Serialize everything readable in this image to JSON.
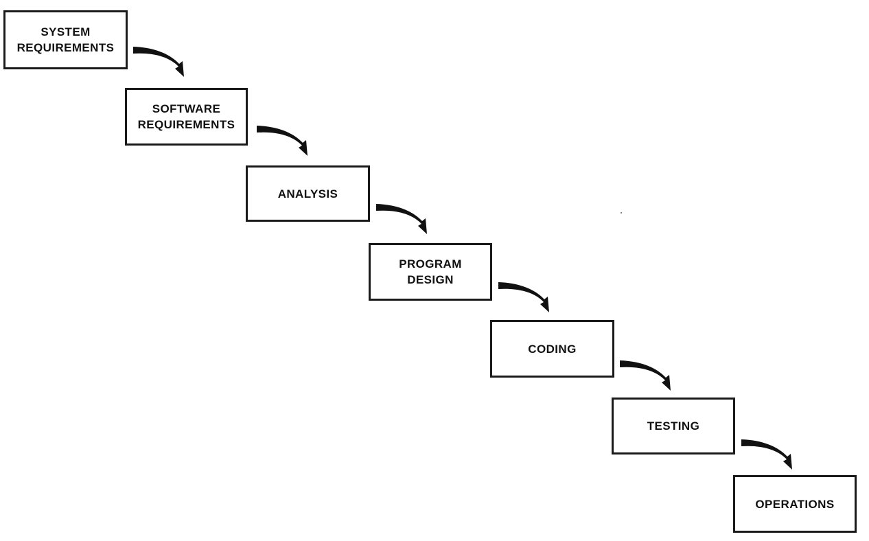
{
  "diagram": {
    "type": "waterfall",
    "colors": {
      "stroke": "#1a1a1a",
      "arrow": "#111111",
      "background": "#ffffff"
    },
    "stages": [
      {
        "line1": "SYSTEM",
        "line2": "REQUIREMENTS"
      },
      {
        "line1": "SOFTWARE",
        "line2": "REQUIREMENTS"
      },
      {
        "line1": "ANALYSIS",
        "line2": ""
      },
      {
        "line1": "PROGRAM",
        "line2": "DESIGN"
      },
      {
        "line1": "CODING",
        "line2": ""
      },
      {
        "line1": "TESTING",
        "line2": ""
      },
      {
        "line1": "OPERATIONS",
        "line2": ""
      }
    ],
    "connections": [
      {
        "from": 0,
        "to": 1
      },
      {
        "from": 1,
        "to": 2
      },
      {
        "from": 2,
        "to": 3
      },
      {
        "from": 3,
        "to": 4
      },
      {
        "from": 4,
        "to": 5
      },
      {
        "from": 5,
        "to": 6
      }
    ]
  }
}
